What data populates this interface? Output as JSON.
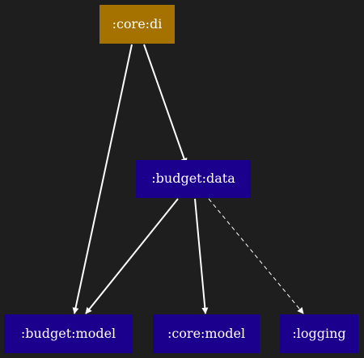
{
  "diagram": {
    "background": "#1e1e1e",
    "node_colors": {
      "core_di": "#a57200",
      "module": "#1a008c"
    },
    "edge_color": "#ffffff",
    "nodes": [
      {
        "id": "core_di",
        "label": ":core:di"
      },
      {
        "id": "budget_data",
        "label": ":budget:data"
      },
      {
        "id": "budget_model",
        "label": ":budget:model"
      },
      {
        "id": "core_model",
        "label": ":core:model"
      },
      {
        "id": "logging",
        "label": ":logging"
      }
    ],
    "edges": [
      {
        "from": "core_di",
        "to": "budget_model",
        "style": "solid"
      },
      {
        "from": "core_di",
        "to": "budget_data",
        "style": "solid"
      },
      {
        "from": "budget_data",
        "to": "budget_model",
        "style": "solid"
      },
      {
        "from": "budget_data",
        "to": "core_model",
        "style": "solid"
      },
      {
        "from": "budget_data",
        "to": "logging",
        "style": "dashed"
      }
    ]
  }
}
